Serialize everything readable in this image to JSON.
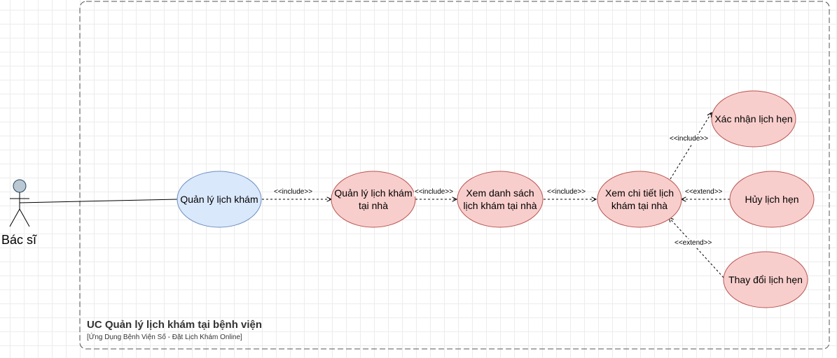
{
  "system": {
    "title": "UC Quản lý lịch khám tại bệnh viện",
    "subtitle": "[Ứng Dụng Bệnh Viện Số - Đặt Lịch Khám Online]"
  },
  "actor": {
    "label": "Bác sĩ"
  },
  "use_cases": {
    "manage_schedule": "Quản lý lịch khám",
    "manage_home": "Quản lý lịch khám tại nhà",
    "view_list": "Xem danh sách lịch khám tại nhà",
    "view_detail": "Xem chi tiết lịch khám tại nhà",
    "confirm": "Xác nhận lịch hẹn",
    "cancel": "Hủy lịch hẹn",
    "change": "Thay đổi lịch hẹn"
  },
  "relations": {
    "include_1": "<<include>>",
    "include_2": "<<include>>",
    "include_3": "<<include>>",
    "include_4": "<<include>>",
    "extend_1": "<<extend>>",
    "extend_2": "<<extend>>"
  },
  "colors": {
    "blue_fill": "#dae8fc",
    "blue_stroke": "#6c8ebf",
    "red_fill": "#f8cecc",
    "red_stroke": "#b85450",
    "actor_fill": "#bac8d3",
    "actor_stroke": "#23445d"
  }
}
